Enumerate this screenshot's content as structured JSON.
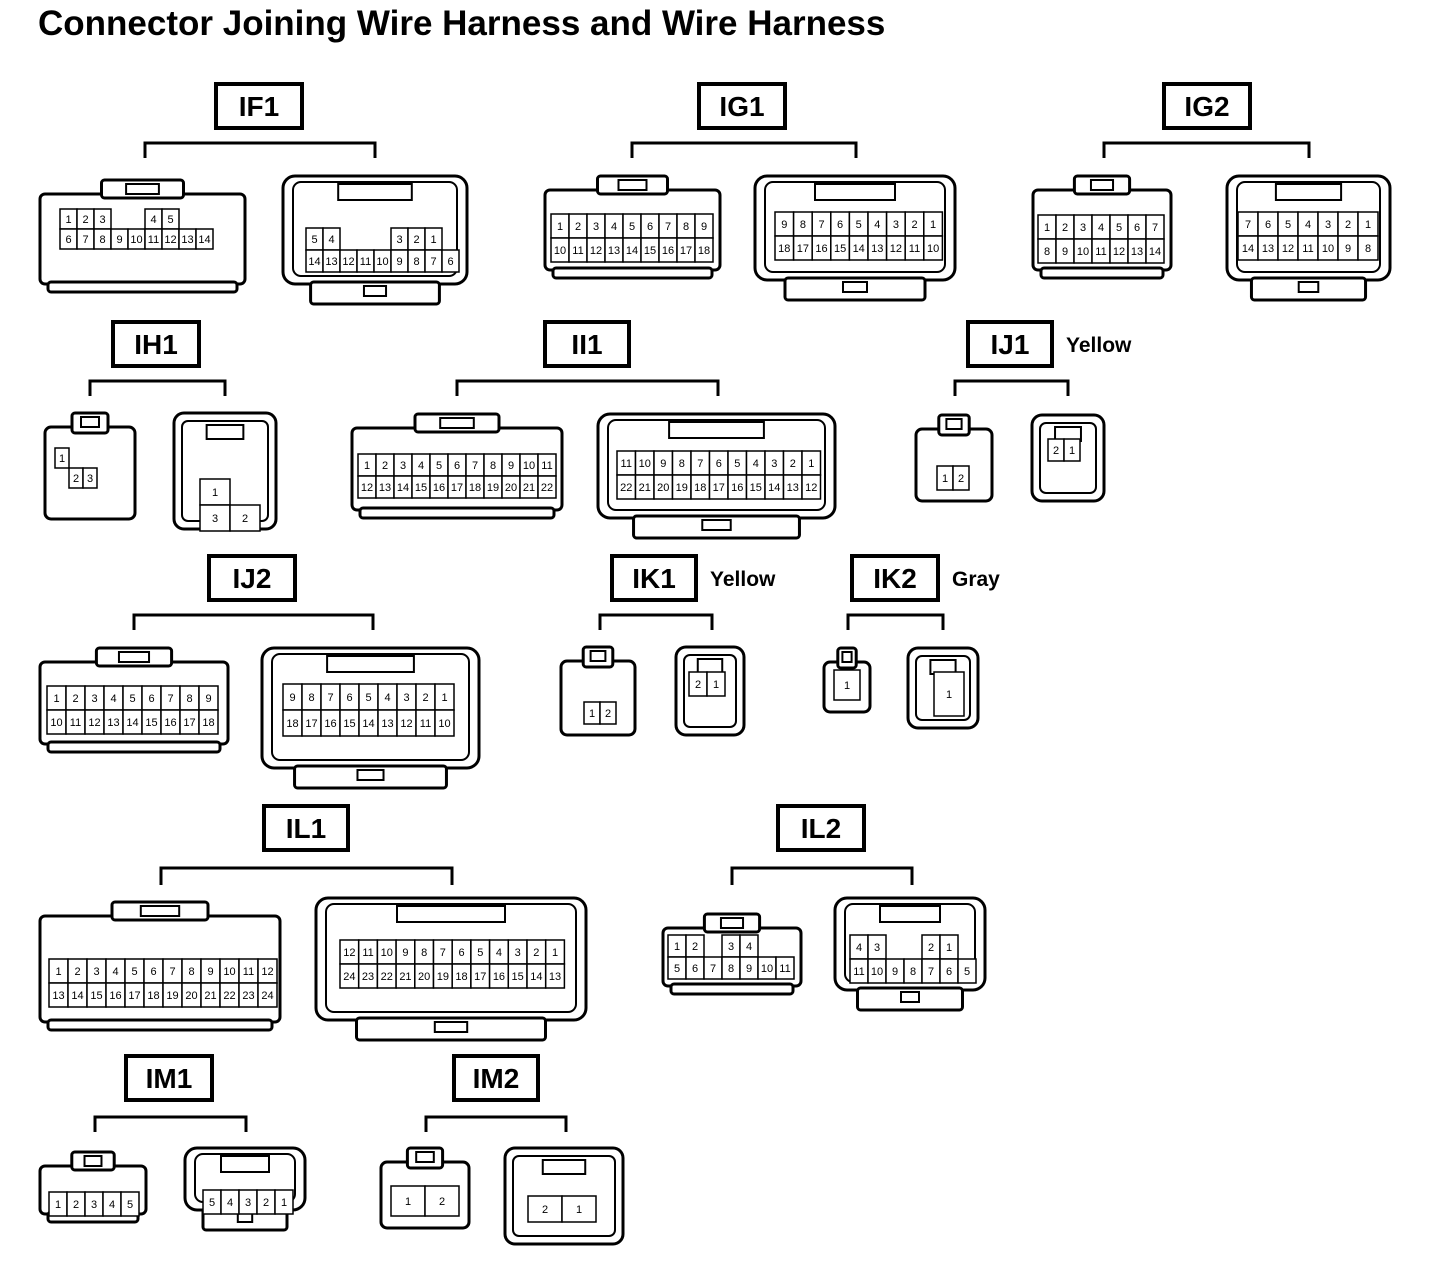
{
  "title": "Connector Joining Wire Harness and Wire Harness",
  "groups": [
    {
      "id": "IF1",
      "label": "IF1",
      "color": "",
      "left": {
        "rows": [
          [
            "1",
            "2",
            "3",
            "",
            "",
            "4",
            "5"
          ],
          [
            "6",
            "7",
            "8",
            "9",
            "10",
            "11",
            "12",
            "13",
            "14"
          ]
        ]
      },
      "right": {
        "rows": [
          [
            "5",
            "4",
            "",
            "",
            "",
            "3",
            "2",
            "1"
          ],
          [
            "14",
            "13",
            "12",
            "11",
            "10",
            "9",
            "8",
            "7",
            "6"
          ]
        ]
      }
    },
    {
      "id": "IG1",
      "label": "IG1",
      "color": "",
      "left": {
        "rows": [
          [
            "1",
            "2",
            "3",
            "4",
            "5",
            "6",
            "7",
            "8",
            "9"
          ],
          [
            "10",
            "11",
            "12",
            "13",
            "14",
            "15",
            "16",
            "17",
            "18"
          ]
        ]
      },
      "right": {
        "rows": [
          [
            "9",
            "8",
            "7",
            "6",
            "5",
            "4",
            "3",
            "2",
            "1"
          ],
          [
            "18",
            "17",
            "16",
            "15",
            "14",
            "13",
            "12",
            "11",
            "10"
          ]
        ]
      }
    },
    {
      "id": "IG2",
      "label": "IG2",
      "color": "",
      "left": {
        "rows": [
          [
            "1",
            "2",
            "3",
            "4",
            "5",
            "6",
            "7"
          ],
          [
            "8",
            "9",
            "10",
            "11",
            "12",
            "13",
            "14"
          ]
        ]
      },
      "right": {
        "rows": [
          [
            "7",
            "6",
            "5",
            "4",
            "3",
            "2",
            "1"
          ],
          [
            "14",
            "13",
            "12",
            "11",
            "10",
            "9",
            "8"
          ]
        ]
      }
    },
    {
      "id": "IH1",
      "label": "IH1",
      "color": "",
      "left": {
        "rows": [
          [
            "1"
          ],
          [
            "2",
            "3"
          ]
        ]
      },
      "right": {
        "rows": [
          [
            "1"
          ],
          [
            "3",
            "2"
          ]
        ]
      }
    },
    {
      "id": "II1",
      "label": "II1",
      "color": "",
      "left": {
        "rows": [
          [
            "1",
            "2",
            "3",
            "4",
            "5",
            "6",
            "7",
            "8",
            "9",
            "10",
            "11"
          ],
          [
            "12",
            "13",
            "14",
            "15",
            "16",
            "17",
            "18",
            "19",
            "20",
            "21",
            "22"
          ]
        ]
      },
      "right": {
        "rows": [
          [
            "11",
            "10",
            "9",
            "8",
            "7",
            "6",
            "5",
            "4",
            "3",
            "2",
            "1"
          ],
          [
            "22",
            "21",
            "20",
            "19",
            "18",
            "17",
            "16",
            "15",
            "14",
            "13",
            "12"
          ]
        ]
      }
    },
    {
      "id": "IJ1",
      "label": "IJ1",
      "color": "Yellow",
      "left": {
        "rows": [
          [
            "1",
            "2"
          ]
        ]
      },
      "right": {
        "rows": [
          [
            "2",
            "1"
          ]
        ]
      }
    },
    {
      "id": "IJ2",
      "label": "IJ2",
      "color": "",
      "left": {
        "rows": [
          [
            "1",
            "2",
            "3",
            "4",
            "5",
            "6",
            "7",
            "8",
            "9"
          ],
          [
            "10",
            "11",
            "12",
            "13",
            "14",
            "15",
            "16",
            "17",
            "18"
          ]
        ]
      },
      "right": {
        "rows": [
          [
            "9",
            "8",
            "7",
            "6",
            "5",
            "4",
            "3",
            "2",
            "1"
          ],
          [
            "18",
            "17",
            "16",
            "15",
            "14",
            "13",
            "12",
            "11",
            "10"
          ]
        ]
      }
    },
    {
      "id": "IK1",
      "label": "IK1",
      "color": "Yellow",
      "left": {
        "rows": [
          [
            "1",
            "2"
          ]
        ]
      },
      "right": {
        "rows": [
          [
            "2",
            "1"
          ]
        ]
      }
    },
    {
      "id": "IK2",
      "label": "IK2",
      "color": "Gray",
      "left": {
        "rows": [
          [
            "1"
          ]
        ]
      },
      "right": {
        "rows": [
          [
            "1"
          ]
        ]
      }
    },
    {
      "id": "IL1",
      "label": "IL1",
      "color": "",
      "left": {
        "rows": [
          [
            "1",
            "2",
            "3",
            "4",
            "5",
            "6",
            "7",
            "8",
            "9",
            "10",
            "11",
            "12"
          ],
          [
            "13",
            "14",
            "15",
            "16",
            "17",
            "18",
            "19",
            "20",
            "21",
            "22",
            "23",
            "24"
          ]
        ]
      },
      "right": {
        "rows": [
          [
            "12",
            "11",
            "10",
            "9",
            "8",
            "7",
            "6",
            "5",
            "4",
            "3",
            "2",
            "1"
          ],
          [
            "24",
            "23",
            "22",
            "21",
            "20",
            "19",
            "18",
            "17",
            "16",
            "15",
            "14",
            "13"
          ]
        ]
      }
    },
    {
      "id": "IL2",
      "label": "IL2",
      "color": "",
      "left": {
        "rows": [
          [
            "1",
            "2",
            "",
            "3",
            "4"
          ],
          [
            "5",
            "6",
            "7",
            "8",
            "9",
            "10",
            "11"
          ]
        ]
      },
      "right": {
        "rows": [
          [
            "4",
            "3",
            "",
            "",
            "2",
            "1"
          ],
          [
            "11",
            "10",
            "9",
            "8",
            "7",
            "6",
            "5"
          ]
        ]
      }
    },
    {
      "id": "IM1",
      "label": "IM1",
      "color": "",
      "left": {
        "rows": [
          [
            "1",
            "2",
            "3",
            "4",
            "5"
          ]
        ]
      },
      "right": {
        "rows": [
          [
            "5",
            "4",
            "3",
            "2",
            "1"
          ]
        ]
      }
    },
    {
      "id": "IM2",
      "label": "IM2",
      "color": "",
      "left": {
        "rows": [
          [
            "1",
            "2"
          ]
        ]
      },
      "right": {
        "rows": [
          [
            "2",
            "1"
          ]
        ]
      }
    }
  ]
}
